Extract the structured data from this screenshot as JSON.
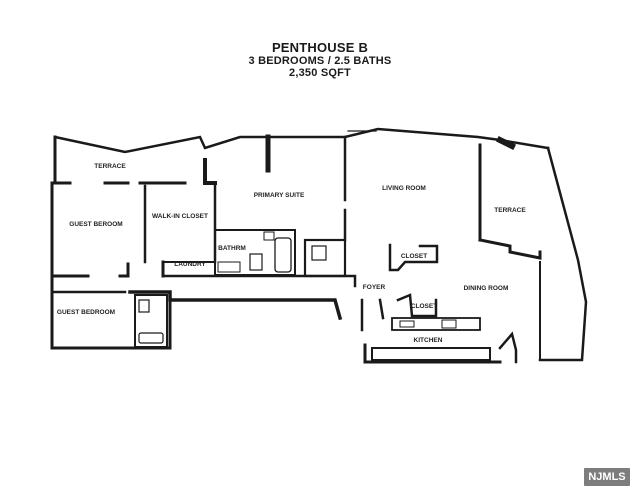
{
  "header": {
    "title": "PENTHOUSE B",
    "subtitle": "3 BEDROOMS / 2.5 BATHS",
    "area": "2,350 SQFT"
  },
  "rooms": {
    "terrace_left": "TERRACE",
    "guest_bedroom_upper": "GUEST BEROOM",
    "walk_in_closet": "WALK-IN CLOSET",
    "primary_suite": "PRIMARY SUITE",
    "bathrm": "BATHRM",
    "laundry": "LAUNDRY",
    "living_room": "LIVING ROOM",
    "closet_upper": "CLOSET",
    "terrace_right": "TERRACE",
    "guest_bedroom_lower": "GUEST BEDROOM",
    "foyer": "FOYER",
    "closet_lower": "CLOSET",
    "dining_room": "DINING ROOM",
    "kitchen": "KITCHEN"
  },
  "watermark": "NJMLS",
  "colors": {
    "wall": "#1a1a1a",
    "paper": "#ffffff",
    "watermark_bg": "#7d7d7d"
  }
}
